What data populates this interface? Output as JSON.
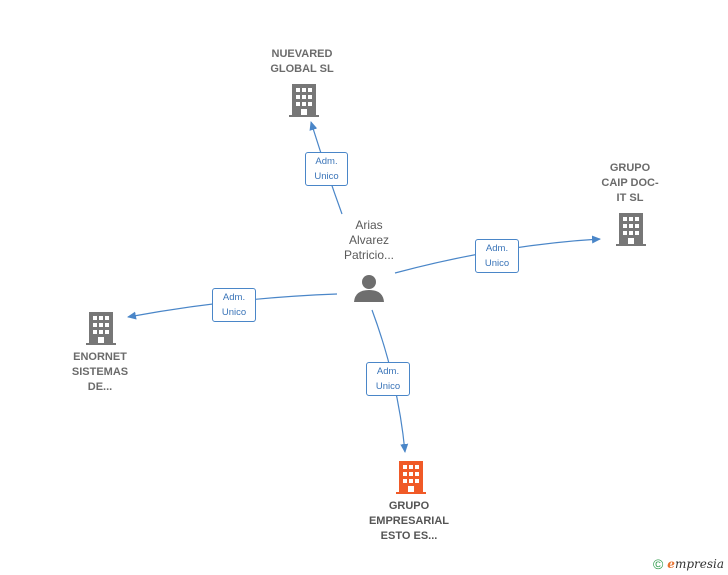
{
  "person": {
    "name": "Arias\nAlvarez\nPatricio..."
  },
  "companies": {
    "nuevared": "NUEVARED\nGLOBAL  SL",
    "grupo_caip": "GRUPO\nCAIP DOC-\nIT  SL",
    "enornet": "ENORNET\nSISTEMAS\nDE...",
    "grupo_empresarial": "GRUPO\nEMPRESARIAL\nESTO ES..."
  },
  "relations": {
    "nuevared": "Adm.\nUnico",
    "grupo_caip": "Adm.\nUnico",
    "enornet": "Adm.\nUnico",
    "grupo_empresarial": "Adm.\nUnico"
  },
  "colors": {
    "edge": "#4a86c8",
    "company_icon": "#777777",
    "main_company_icon": "#f05a28",
    "person_icon": "#6e6e6e"
  },
  "footer": {
    "copyright": "©",
    "brand_initial": "e",
    "brand_rest": "mpresia"
  }
}
